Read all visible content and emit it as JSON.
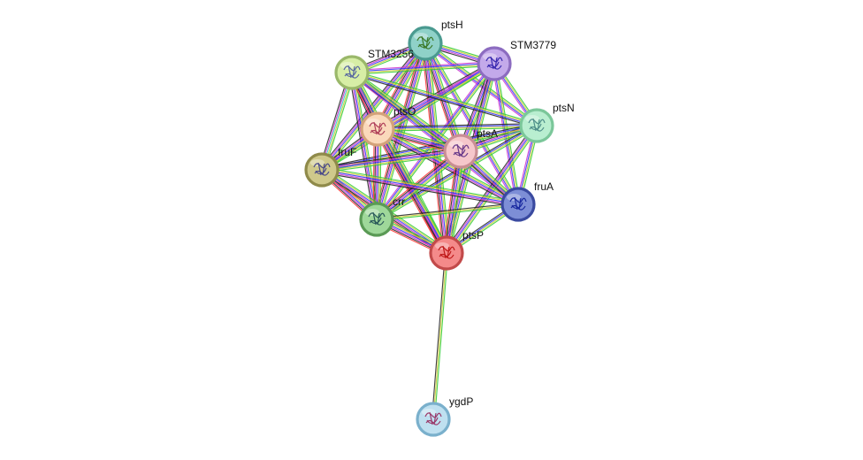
{
  "network": {
    "nodes": [
      {
        "id": "ptsH",
        "label": "ptsH",
        "fill": "#8fd1c8",
        "stroke": "#4a9a90",
        "art": "#3d7a2a"
      },
      {
        "id": "STM3779",
        "label": "STM3779",
        "fill": "#c3a9ea",
        "stroke": "#8c6cc0",
        "art": "#3a2ab0"
      },
      {
        "id": "STM3256",
        "label": "STM3256",
        "fill": "#d7eea6",
        "stroke": "#9ab86a",
        "art": "#5a6aa0"
      },
      {
        "id": "ptsN",
        "label": "ptsN",
        "fill": "#b9eed0",
        "stroke": "#7bc79a",
        "art": "#4f8f8a"
      },
      {
        "id": "ptsO",
        "label": "ptsO",
        "fill": "#fad9bb",
        "stroke": "#d3a27a",
        "art": "#b0405a"
      },
      {
        "id": "ptsA",
        "label": "ptsA",
        "fill": "#f6c7cb",
        "stroke": "#c98e94",
        "art": "#6a3a8a"
      },
      {
        "id": "fruF",
        "label": "fruF",
        "fill": "#cfc98b",
        "stroke": "#8f8a4a",
        "art": "#4a4a8a"
      },
      {
        "id": "fruA",
        "label": "fruA",
        "fill": "#7d8ed6",
        "stroke": "#3a4aa0",
        "art": "#1a2aa0"
      },
      {
        "id": "crr",
        "label": "crr",
        "fill": "#9fd89a",
        "stroke": "#5a9a55",
        "art": "#2a5a5a"
      },
      {
        "id": "ptsP",
        "label": "ptsP",
        "fill": "#f48a8a",
        "stroke": "#c24a4a",
        "art": "#c01a1a"
      },
      {
        "id": "ygdP",
        "label": "ygdP",
        "fill": "#bfe0f0",
        "stroke": "#7ab0cc",
        "art": "#9a3a6a"
      }
    ],
    "edge_colors": [
      "#33cc33",
      "#cccc33",
      "#3333ff",
      "#cc33cc",
      "#222222",
      "#ff3333",
      "#33cccc",
      "#cc9966"
    ],
    "edges": [
      {
        "a": "ptsH",
        "b": "STM3779",
        "colors": [
          0,
          1,
          2,
          3,
          4
        ]
      },
      {
        "a": "ptsH",
        "b": "STM3256",
        "colors": [
          0,
          1,
          2,
          3,
          4
        ]
      },
      {
        "a": "ptsH",
        "b": "ptsN",
        "colors": [
          0,
          1,
          2,
          3
        ]
      },
      {
        "a": "ptsH",
        "b": "ptsO",
        "colors": [
          0,
          1,
          2,
          3,
          4,
          5
        ]
      },
      {
        "a": "ptsH",
        "b": "ptsA",
        "colors": [
          0,
          1,
          2,
          3,
          4,
          5
        ]
      },
      {
        "a": "ptsH",
        "b": "fruF",
        "colors": [
          0,
          1,
          2,
          3,
          4
        ]
      },
      {
        "a": "ptsH",
        "b": "fruA",
        "colors": [
          0,
          1,
          2,
          3
        ]
      },
      {
        "a": "ptsH",
        "b": "crr",
        "colors": [
          0,
          1,
          2,
          3,
          4,
          5
        ]
      },
      {
        "a": "ptsH",
        "b": "ptsP",
        "colors": [
          0,
          1,
          2,
          3,
          4,
          5
        ]
      },
      {
        "a": "STM3779",
        "b": "STM3256",
        "colors": [
          0,
          1,
          2,
          3
        ]
      },
      {
        "a": "STM3779",
        "b": "ptsN",
        "colors": [
          0,
          1,
          2,
          3
        ]
      },
      {
        "a": "STM3779",
        "b": "ptsO",
        "colors": [
          0,
          1,
          2,
          3,
          4
        ]
      },
      {
        "a": "STM3779",
        "b": "ptsA",
        "colors": [
          0,
          1,
          2,
          3,
          4
        ]
      },
      {
        "a": "STM3779",
        "b": "fruF",
        "colors": [
          0,
          1,
          2,
          3
        ]
      },
      {
        "a": "STM3779",
        "b": "fruA",
        "colors": [
          0,
          1,
          2,
          3
        ]
      },
      {
        "a": "STM3779",
        "b": "crr",
        "colors": [
          0,
          1,
          2,
          3
        ]
      },
      {
        "a": "STM3779",
        "b": "ptsP",
        "colors": [
          0,
          1,
          2,
          3,
          4
        ]
      },
      {
        "a": "STM3256",
        "b": "ptsN",
        "colors": [
          0,
          1,
          2,
          4
        ]
      },
      {
        "a": "STM3256",
        "b": "ptsO",
        "colors": [
          0,
          1,
          2,
          3,
          4
        ]
      },
      {
        "a": "STM3256",
        "b": "ptsA",
        "colors": [
          0,
          1,
          2,
          3,
          4
        ]
      },
      {
        "a": "STM3256",
        "b": "fruF",
        "colors": [
          0,
          1,
          6,
          3,
          4
        ]
      },
      {
        "a": "STM3256",
        "b": "fruA",
        "colors": [
          0,
          1,
          2,
          3
        ]
      },
      {
        "a": "STM3256",
        "b": "crr",
        "colors": [
          0,
          1,
          2,
          3,
          4
        ]
      },
      {
        "a": "STM3256",
        "b": "ptsP",
        "colors": [
          0,
          1,
          2,
          3,
          4,
          5
        ]
      },
      {
        "a": "ptsN",
        "b": "ptsO",
        "colors": [
          0,
          1,
          2,
          4
        ]
      },
      {
        "a": "ptsN",
        "b": "ptsA",
        "colors": [
          0,
          1,
          2,
          3,
          4
        ]
      },
      {
        "a": "ptsN",
        "b": "fruF",
        "colors": [
          0,
          1,
          2,
          4
        ]
      },
      {
        "a": "ptsN",
        "b": "fruA",
        "colors": [
          0,
          1,
          2,
          3
        ]
      },
      {
        "a": "ptsN",
        "b": "crr",
        "colors": [
          0,
          1,
          2,
          4
        ]
      },
      {
        "a": "ptsN",
        "b": "ptsP",
        "colors": [
          0,
          1,
          2,
          3,
          4
        ]
      },
      {
        "a": "ptsO",
        "b": "ptsA",
        "colors": [
          0,
          1,
          2,
          3,
          4,
          5
        ]
      },
      {
        "a": "ptsO",
        "b": "fruF",
        "colors": [
          0,
          1,
          2,
          3,
          4
        ]
      },
      {
        "a": "ptsO",
        "b": "fruA",
        "colors": [
          0,
          1,
          2,
          3,
          4
        ]
      },
      {
        "a": "ptsO",
        "b": "crr",
        "colors": [
          0,
          1,
          2,
          3,
          4,
          5
        ]
      },
      {
        "a": "ptsO",
        "b": "ptsP",
        "colors": [
          0,
          1,
          2,
          3,
          4,
          5
        ]
      },
      {
        "a": "ptsA",
        "b": "fruF",
        "colors": [
          0,
          1,
          2,
          3,
          4
        ]
      },
      {
        "a": "ptsA",
        "b": "fruA",
        "colors": [
          0,
          1,
          2,
          3,
          4
        ]
      },
      {
        "a": "ptsA",
        "b": "crr",
        "colors": [
          0,
          1,
          2,
          3,
          4,
          5
        ]
      },
      {
        "a": "ptsA",
        "b": "ptsP",
        "colors": [
          0,
          1,
          2,
          3,
          4,
          5
        ]
      },
      {
        "a": "fruF",
        "b": "fruA",
        "colors": [
          0,
          1,
          2,
          3,
          4
        ]
      },
      {
        "a": "fruF",
        "b": "crr",
        "colors": [
          0,
          1,
          2,
          3,
          4,
          5
        ]
      },
      {
        "a": "fruF",
        "b": "ptsP",
        "colors": [
          0,
          1,
          2,
          3,
          4,
          5
        ]
      },
      {
        "a": "fruA",
        "b": "crr",
        "colors": [
          0,
          1,
          4
        ]
      },
      {
        "a": "fruA",
        "b": "ptsP",
        "colors": [
          0,
          1,
          2,
          4
        ]
      },
      {
        "a": "crr",
        "b": "ptsP",
        "colors": [
          0,
          1,
          2,
          3,
          4,
          5
        ]
      },
      {
        "a": "ptsP",
        "b": "ygdP",
        "colors": [
          0,
          1,
          4
        ]
      }
    ]
  }
}
